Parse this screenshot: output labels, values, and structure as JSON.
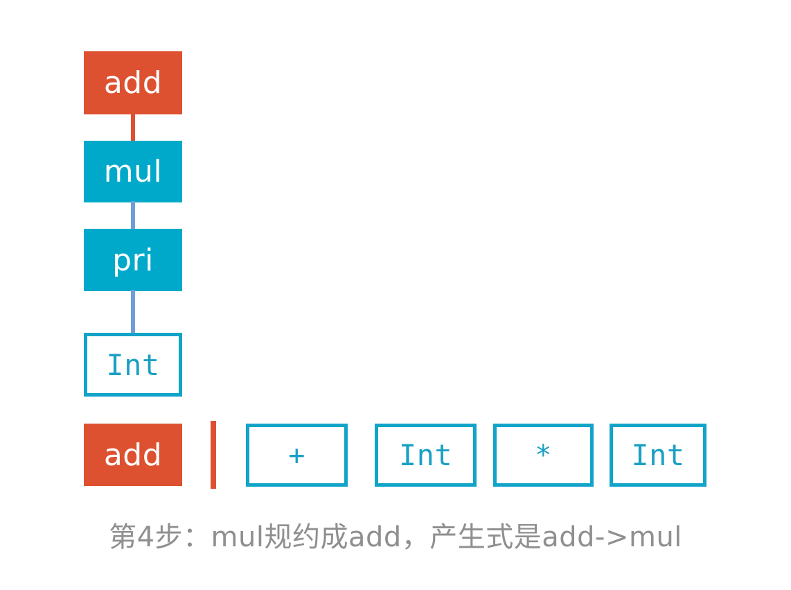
{
  "diagram": {
    "background_color": "#ffffff",
    "palette": {
      "orange": "#dd5130",
      "cyan": "#00a9c9",
      "cyan_border": "#11a4c8",
      "periwinkle": "#6f9ed8",
      "caption_gray": "#8f8f8f",
      "white": "#ffffff"
    },
    "stack": {
      "nodes": [
        {
          "label": "add",
          "style": "filled-orange"
        },
        {
          "label": "mul",
          "style": "filled-cyan"
        },
        {
          "label": "pri",
          "style": "filled-cyan"
        },
        {
          "label": "Int",
          "style": "outline-cyan"
        }
      ],
      "connectors": [
        {
          "from": "add",
          "to": "mul",
          "color": "#dd5130"
        },
        {
          "from": "mul",
          "to": "pri",
          "color": "#6f9ed8"
        },
        {
          "from": "pri",
          "to": "Int",
          "color": "#6f9ed8"
        }
      ]
    },
    "token_row": {
      "stack_top": {
        "label": "add",
        "style": "filled-orange"
      },
      "cursor": {
        "symbol": "|",
        "color": "#dd5130"
      },
      "tokens": [
        {
          "label": "+",
          "style": "outline-cyan"
        },
        {
          "label": "Int",
          "style": "outline-cyan"
        },
        {
          "label": "*",
          "style": "outline-cyan"
        },
        {
          "label": "Int",
          "style": "outline-cyan"
        }
      ]
    },
    "caption": "第4步：mul规约成add，产生式是add->mul"
  }
}
